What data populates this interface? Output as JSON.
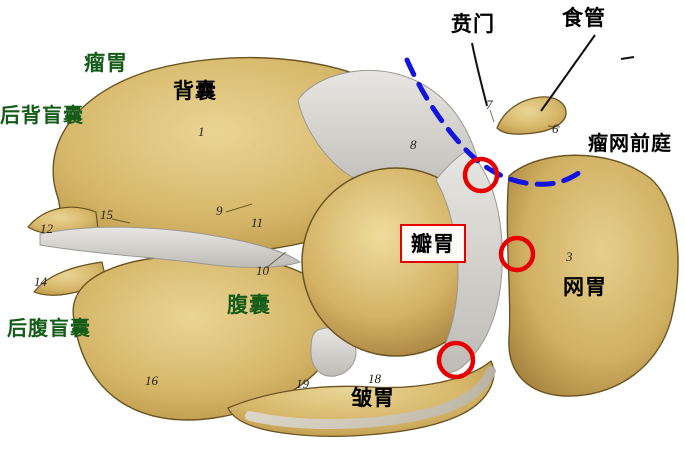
{
  "labels": {
    "rumen": "瘤胃",
    "dorsal_sac": "背囊",
    "caudodorsal_blind_sac": "后背盲囊",
    "cardia": "贲门",
    "esophagus": "食管",
    "rumen_reticulum_vestibule": "瘤网前庭",
    "omasum": "瓣胃",
    "reticulum": "网胃",
    "ventral_sac": "腹囊",
    "caudoventral_blind_sac": "后腹盲囊",
    "abomasum": "皱胃"
  },
  "numbers": {
    "n1": "1",
    "n3": "3",
    "n6": "6",
    "n7": "7",
    "n8": "8",
    "n9": "9",
    "n10": "10",
    "n11": "11",
    "n12": "12",
    "n14": "14",
    "n15": "15",
    "n16": "16",
    "n18": "18",
    "n19": "19"
  },
  "colors": {
    "label_green": "#145c18",
    "label_black": "#000000",
    "annotation_red": "#e60000",
    "annotation_blue": "#1414e0"
  }
}
